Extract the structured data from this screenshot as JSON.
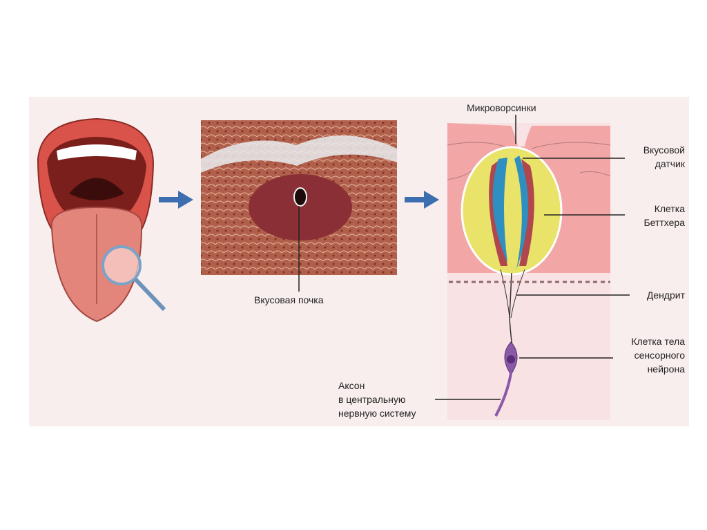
{
  "labels": {
    "microvilli": "Микроворсинки",
    "taste_receptor": [
      "Вкусовой",
      "датчик"
    ],
    "bottcher_cell": [
      "Клетка",
      "Беттхера"
    ],
    "dendrite": "Дендрит",
    "neuron_body": [
      "Клетка тела",
      "сенсорного",
      "нейрона"
    ],
    "axon": [
      "Аксон",
      "в центральную",
      "нервную систему"
    ],
    "taste_bud": "Вкусовая почка"
  },
  "colors": {
    "arrow": "#3d6fb0",
    "tissue": "#f2a7a6",
    "support_cell": "#e9e36a",
    "receptor_cell": "#2f8fc0",
    "neuron": "#8a5aa8"
  }
}
